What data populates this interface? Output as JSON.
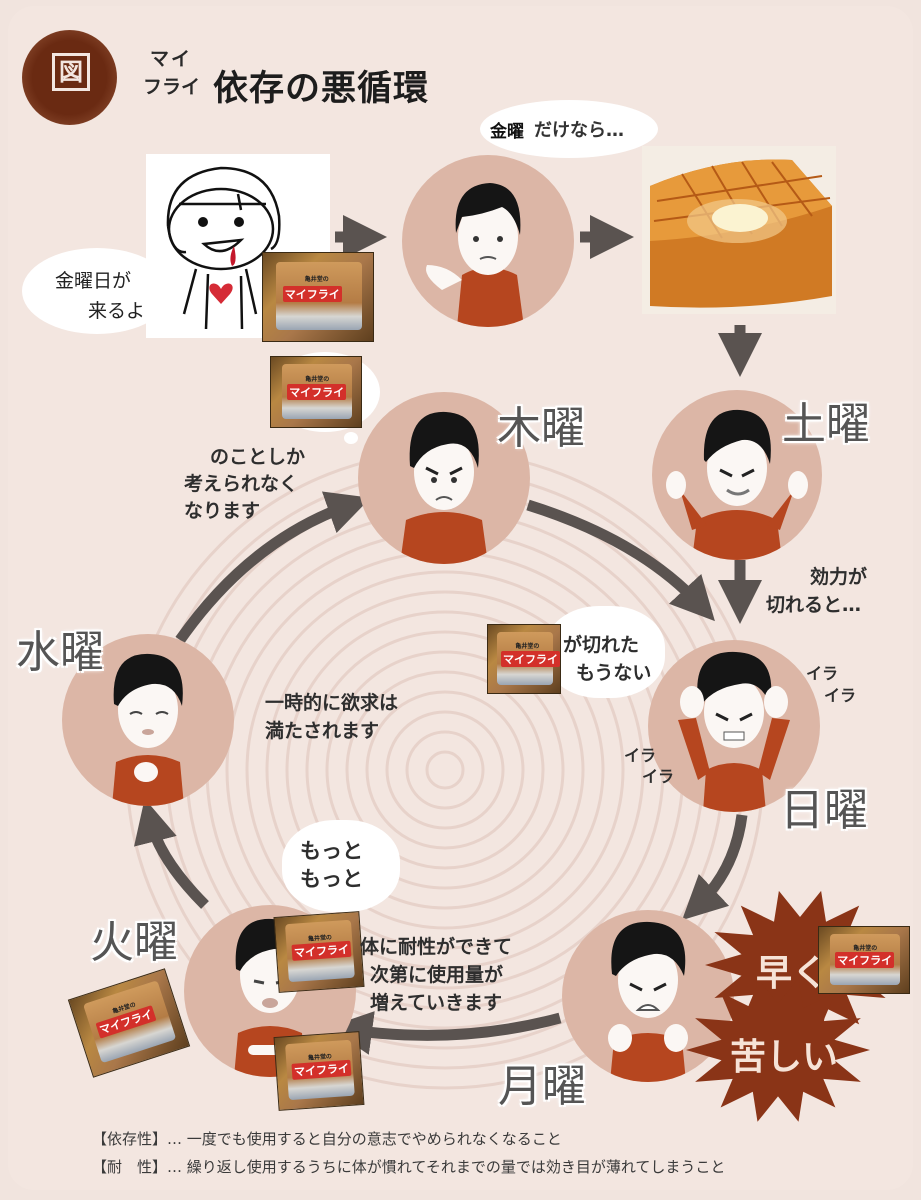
{
  "header": {
    "badge_glyph": "図",
    "ruby_top": "マイ",
    "ruby_bottom": "フライ",
    "title": "依存の悪循環"
  },
  "days": {
    "fri_speech": "金曜日が",
    "fri_speech2": "来るよ",
    "fri_thought_prefix": "金曜",
    "fri_thought_suffix": "だけなら…",
    "sat": "土曜",
    "sun": "日曜",
    "mon": "月曜",
    "tue": "火曜",
    "wed": "水曜",
    "thu": "木曜"
  },
  "captions": {
    "thu_line1": "のことしか",
    "thu_line2": "考えられなく",
    "thu_line3": "なります",
    "effect_line1": "効力が",
    "effect_line2": "切れると…",
    "sun_speech_line1": "が切れた",
    "sun_speech_line2": "もうない",
    "ira1": "イラ",
    "ira2": "イラ",
    "ira3": "イラ",
    "ira4": "イラ",
    "wed_line1": "一時的に欲求は",
    "wed_line2": "満たされます",
    "tue_speech_line1": "もっと",
    "tue_speech_line2": "もっと",
    "tol_line1": "体に耐性ができて",
    "tol_line2": "次第に使用量が",
    "tol_line3": "増えていきます",
    "burst1": "早く",
    "burst2": "苦しい"
  },
  "product": {
    "label": "マイフライ",
    "brand": "亀井堂の"
  },
  "footer": {
    "line1": "【依存性】… 一度でも使用すると自分の意志でやめられなくなること",
    "line2": "【耐　性】… 繰り返し使用するうちに体が慣れてそれまでの量では効き目が薄れてしまうこと"
  },
  "colors": {
    "background": "#f1e4de",
    "circle": "#dcb6a6",
    "shirt": "#b6461f",
    "arrow": "#5a5350",
    "burst": "#8a3417",
    "badge": "#6a2a12"
  }
}
